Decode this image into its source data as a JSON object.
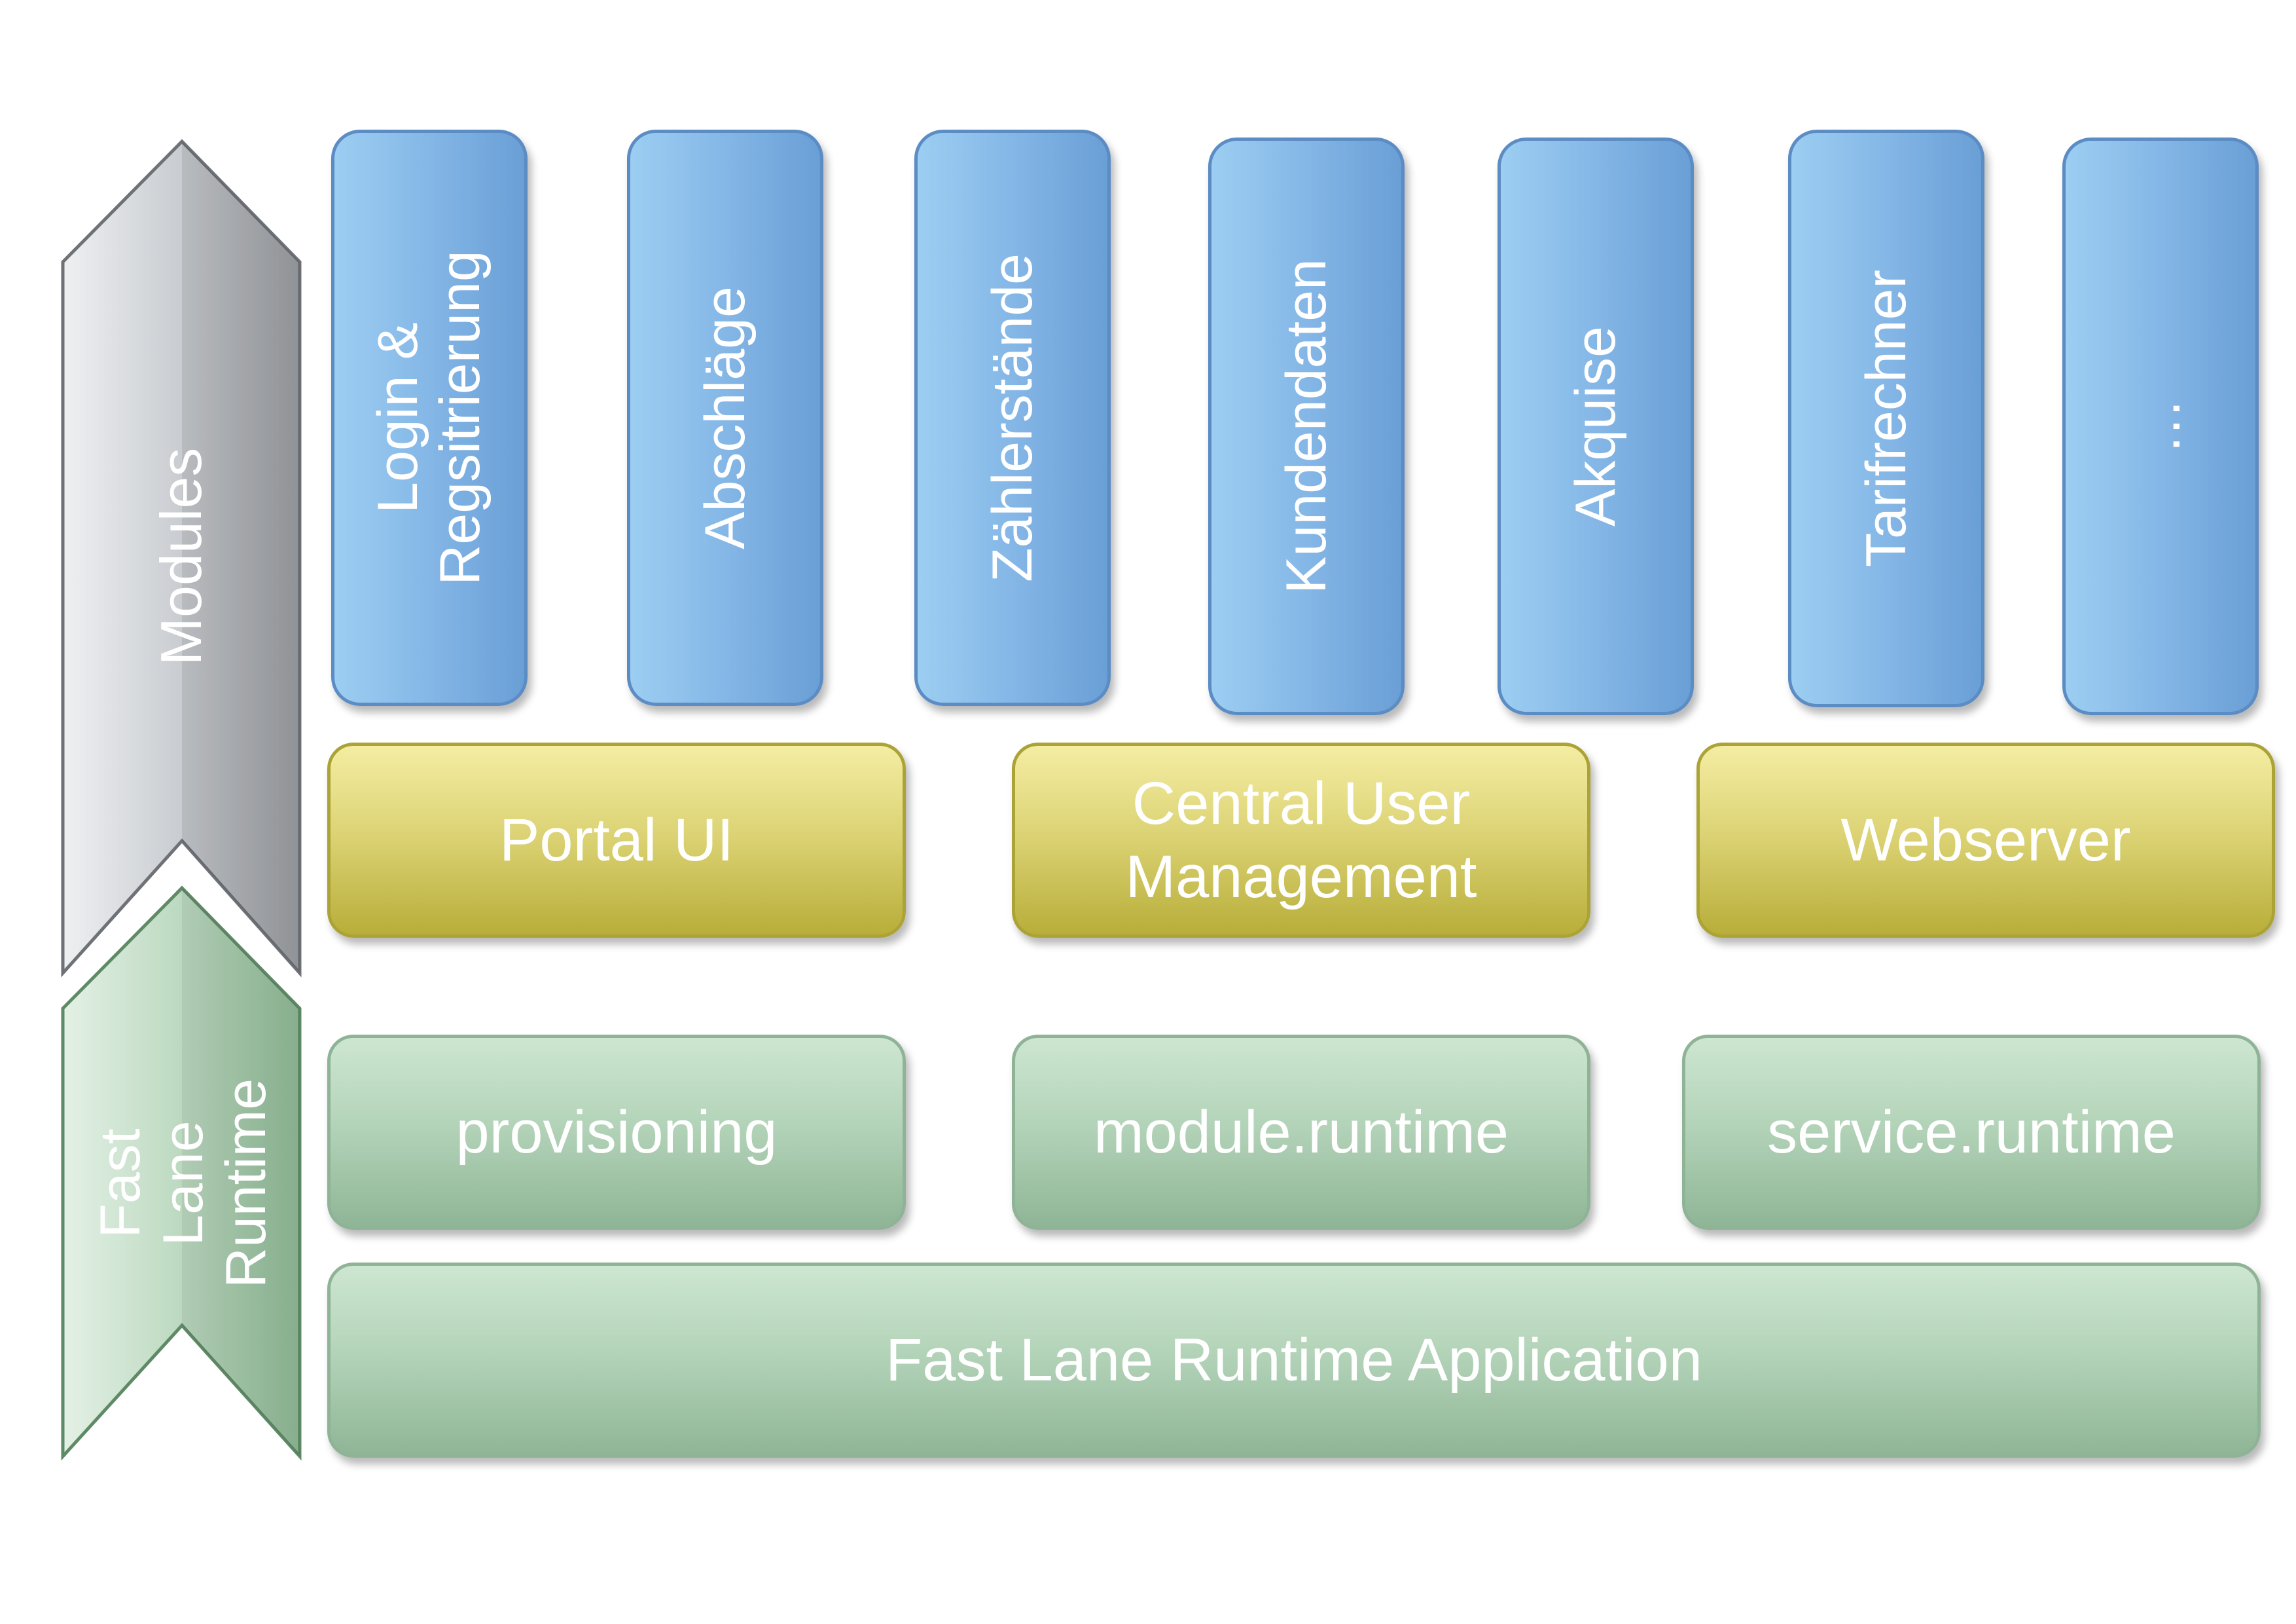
{
  "arrows": {
    "modules": {
      "label": "Modules",
      "colors": {
        "light": "#eef0f2",
        "mid": "#c9ccd0",
        "dark": "#9c9fa3",
        "edge": "#6e7176"
      }
    },
    "runtime": {
      "label_lines": [
        "Fast",
        "Lane",
        "Runtime"
      ],
      "colors": {
        "light": "#e4f1e6",
        "mid": "#bcd9c0",
        "dark": "#8fba96",
        "edge": "#5f8a66"
      }
    }
  },
  "modules": [
    {
      "lines": [
        "Login &",
        "Regsitrierung"
      ]
    },
    {
      "lines": [
        "Abschläge"
      ]
    },
    {
      "lines": [
        "Zählerstände"
      ]
    },
    {
      "lines": [
        "Kundendaten"
      ]
    },
    {
      "lines": [
        "Akquise"
      ]
    },
    {
      "lines": [
        "Tarifrechner"
      ]
    },
    {
      "lines": [
        "…"
      ]
    }
  ],
  "services": [
    {
      "lines": [
        "Portal UI"
      ]
    },
    {
      "lines": [
        "Central User",
        "Management"
      ]
    },
    {
      "lines": [
        "Webserver"
      ]
    }
  ],
  "runtime_components": [
    {
      "label": "provisioning"
    },
    {
      "label": "module.runtime"
    },
    {
      "label": "service.runtime"
    }
  ],
  "runtime_application": {
    "label": "Fast Lane Runtime Application"
  },
  "colors": {
    "module_fill": "#87b9e8",
    "service_fill": "#ddd477",
    "runtime_fill": "#b4d4b9",
    "text": "#ffffff"
  }
}
